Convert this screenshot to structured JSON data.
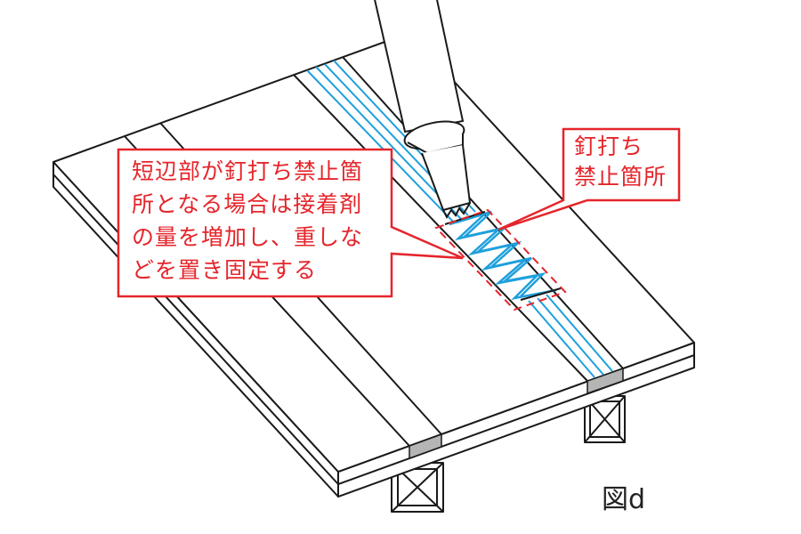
{
  "callouts": {
    "left": {
      "lines": [
        "短辺部が釘打ち禁止箇",
        "所となる場合は接着剤",
        "の量を増加し、重しな",
        "どを置き固定する"
      ]
    },
    "right": {
      "lines": [
        "釘打ち",
        "禁止箇所"
      ]
    }
  },
  "figure_label": "図d",
  "colors": {
    "callout": "#e5252b",
    "adhesive": "#1ea0dc",
    "line": "#1a1a1a",
    "joint": "#b5b5b5"
  }
}
